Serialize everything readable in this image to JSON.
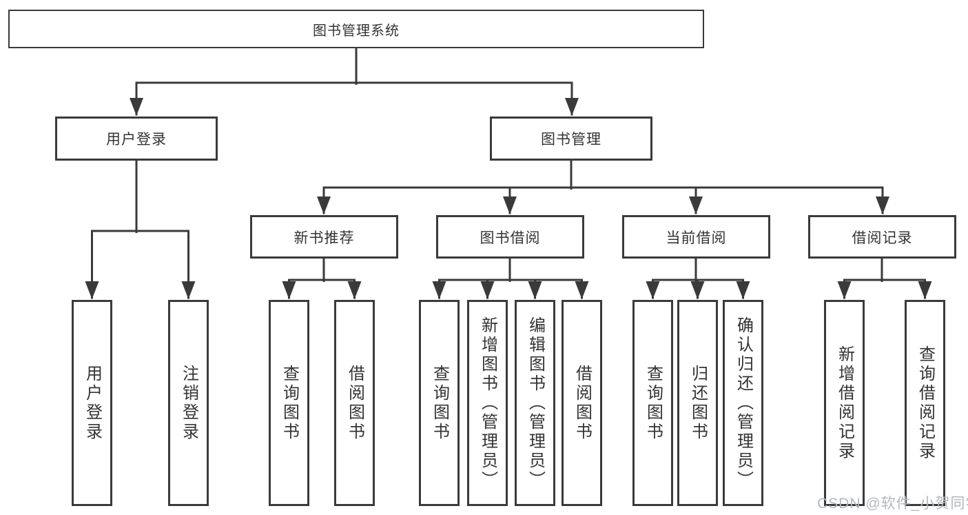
{
  "diagram": {
    "root": "图书管理系统",
    "userLogin": {
      "label": "用户登录",
      "children": [
        "用户登录",
        "注销登录"
      ]
    },
    "bookMgmt": {
      "label": "图书管理",
      "sections": {
        "newBook": {
          "label": "新书推荐",
          "children": [
            "查询图书",
            "借阅图书"
          ]
        },
        "bookBorrow": {
          "label": "图书借阅",
          "children": [
            "查询图书",
            "新增图书（管理员）",
            "编辑图书（管理员）",
            "借阅图书"
          ]
        },
        "currentBorrow": {
          "label": "当前借阅",
          "children": [
            "查询图书",
            "归还图书",
            "确认归还（管理员）"
          ]
        },
        "borrowRecord": {
          "label": "借阅记录",
          "children": [
            "新增借阅记录",
            "查询借阅记录"
          ]
        }
      }
    }
  },
  "watermark": "CSDN @软件_小贺同学",
  "colors": {
    "line": "#3a3a3a",
    "text": "#333333",
    "watermark": "#b3b8bd",
    "background": "#ffffff"
  }
}
